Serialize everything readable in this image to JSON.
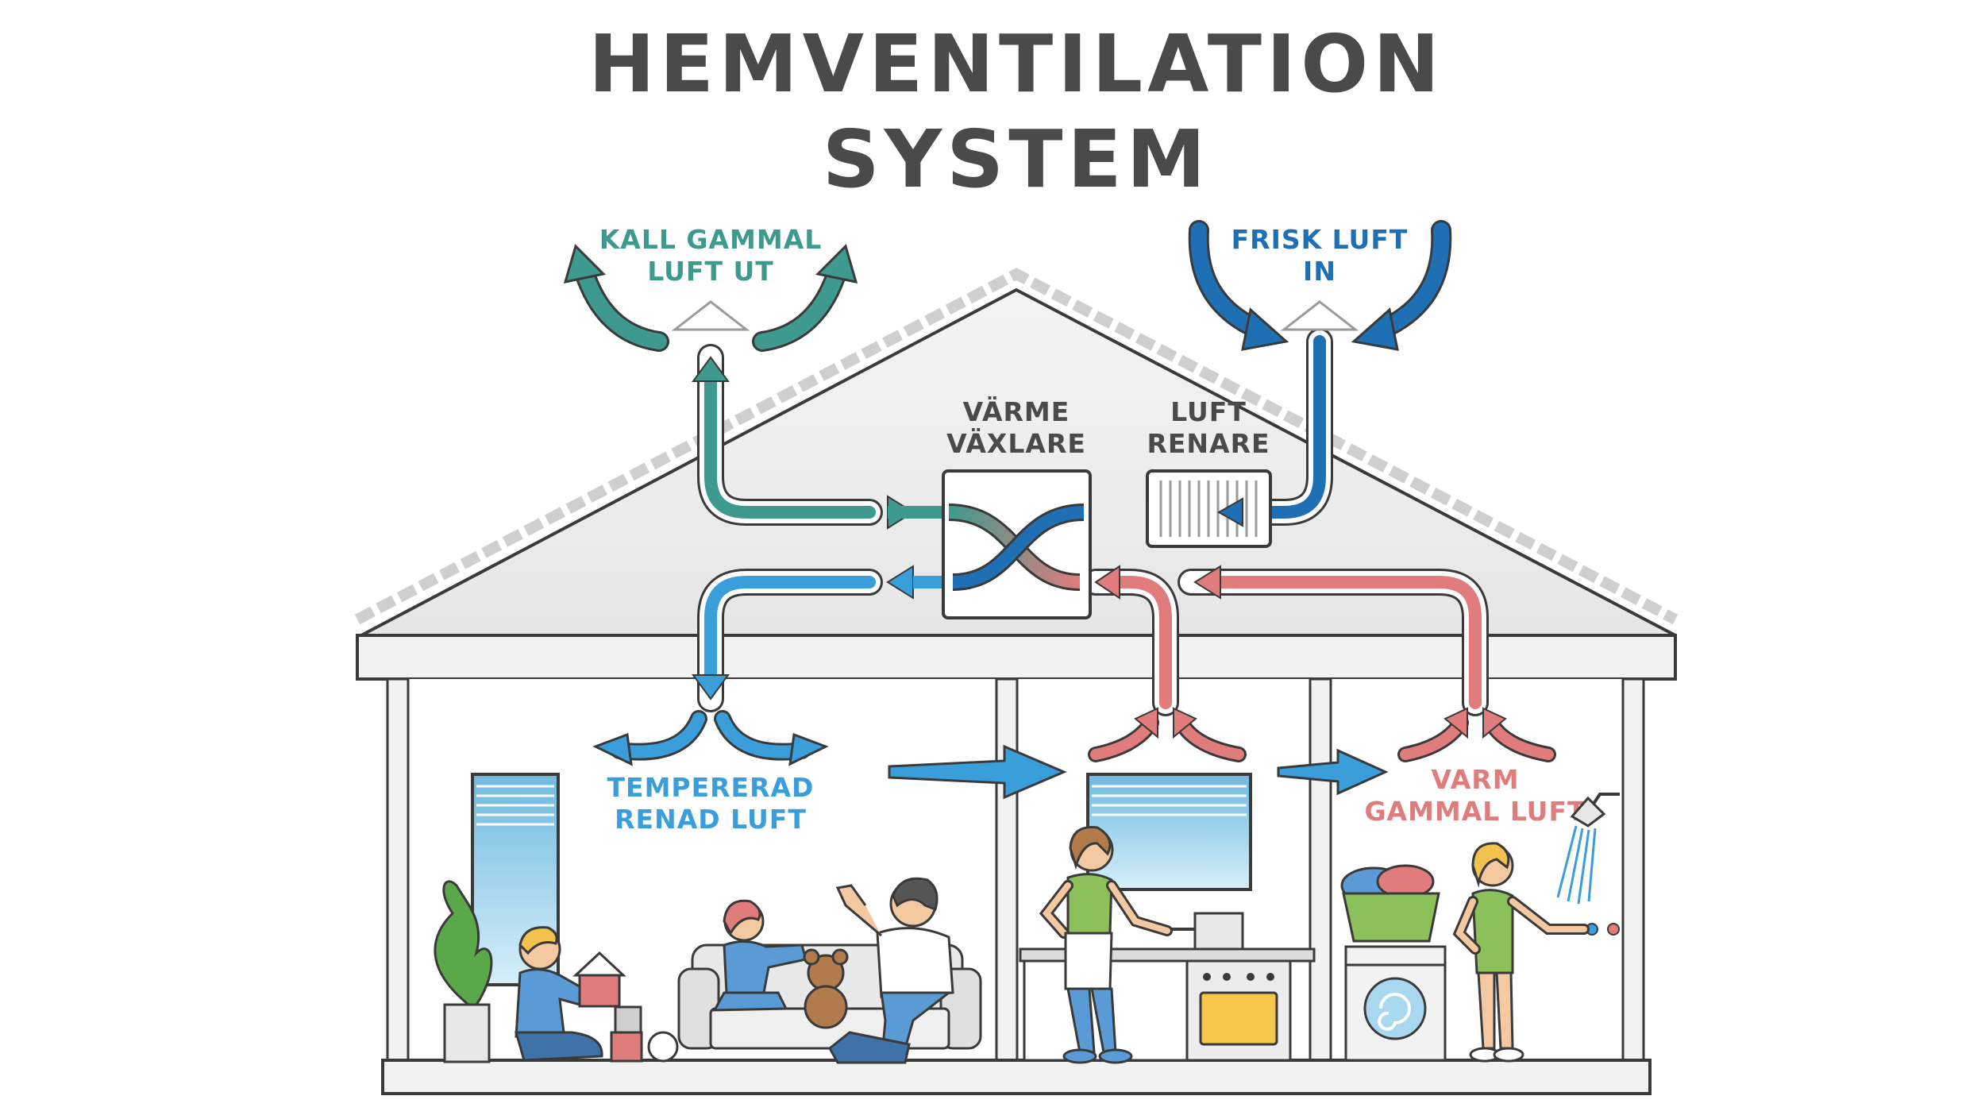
{
  "title": {
    "line1": "HEMVENTILATION",
    "line2": "SYSTEM"
  },
  "labels": {
    "exhaust_out": [
      "KALL GAMMAL",
      "LUFT UT"
    ],
    "fresh_in": [
      "FRISK LUFT",
      "IN"
    ],
    "heat_exchanger": [
      "VÄRME",
      "VÄXLARE"
    ],
    "air_purifier": [
      "LUFT",
      "RENARE"
    ],
    "supply_air": [
      "TEMPERERAD",
      "RENAD LUFT"
    ],
    "warm_stale_air": [
      "VARM",
      "GAMMAL LUFT"
    ]
  },
  "colors": {
    "title": "#4a4a4a",
    "teal": "#3e9a8f",
    "fresh_blue": "#1f6fb4",
    "supply_blue": "#3a9edb",
    "warm_red": "#e07c7c",
    "outline": "#3a3a3a",
    "house_fill": "#f2f2f2",
    "roof_fill": "#eeeeee",
    "window_blue": "#a8d8f0",
    "plant_green": "#5aa84a",
    "shirt_green": "#8cc05a",
    "oven_yellow": "#f5c64a",
    "skin": "#f4c8a0",
    "hair_blonde": "#f2c14e"
  }
}
